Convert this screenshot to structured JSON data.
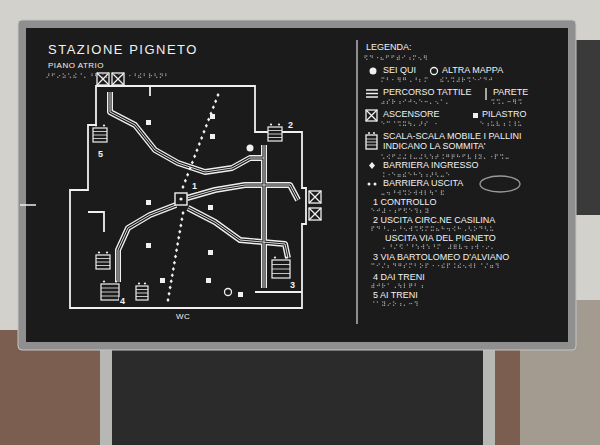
{
  "diagram": {
    "title": "STAZIONE PIGNETO",
    "labels": [
      "PIANO ATRIO",
      "LEGENDA:",
      "2",
      "5",
      "1",
      "4",
      "3",
      "WC"
    ],
    "legend": [
      {
        "text": "SEI QUI"
      },
      {
        "text": "ALTRA MAPPA"
      },
      {
        "text": "PERCORSO TATTILE"
      },
      {
        "text": "PARETE"
      },
      {
        "text": "ASCENSORE"
      },
      {
        "text": "PILASTRO"
      },
      {
        "text": "SCALA-SCALA MOBILE I PALLINI INDICANO LA SOMMITA'"
      },
      {
        "text": "BARRIERA INGRESSO"
      },
      {
        "text": "BARRIERA USCITA"
      },
      {
        "text": "1 CONTROLLO"
      },
      {
        "text": "2 USCITA CIRC.NE CASILINA"
      },
      {
        "text": "USCITA VIA DEL PIGNETO"
      },
      {
        "text": "3 VIA BARTOLOMEO D'ALVIANO"
      },
      {
        "text": "4 DAI TRENI"
      },
      {
        "text": "5 AI TRENI"
      }
    ]
  }
}
